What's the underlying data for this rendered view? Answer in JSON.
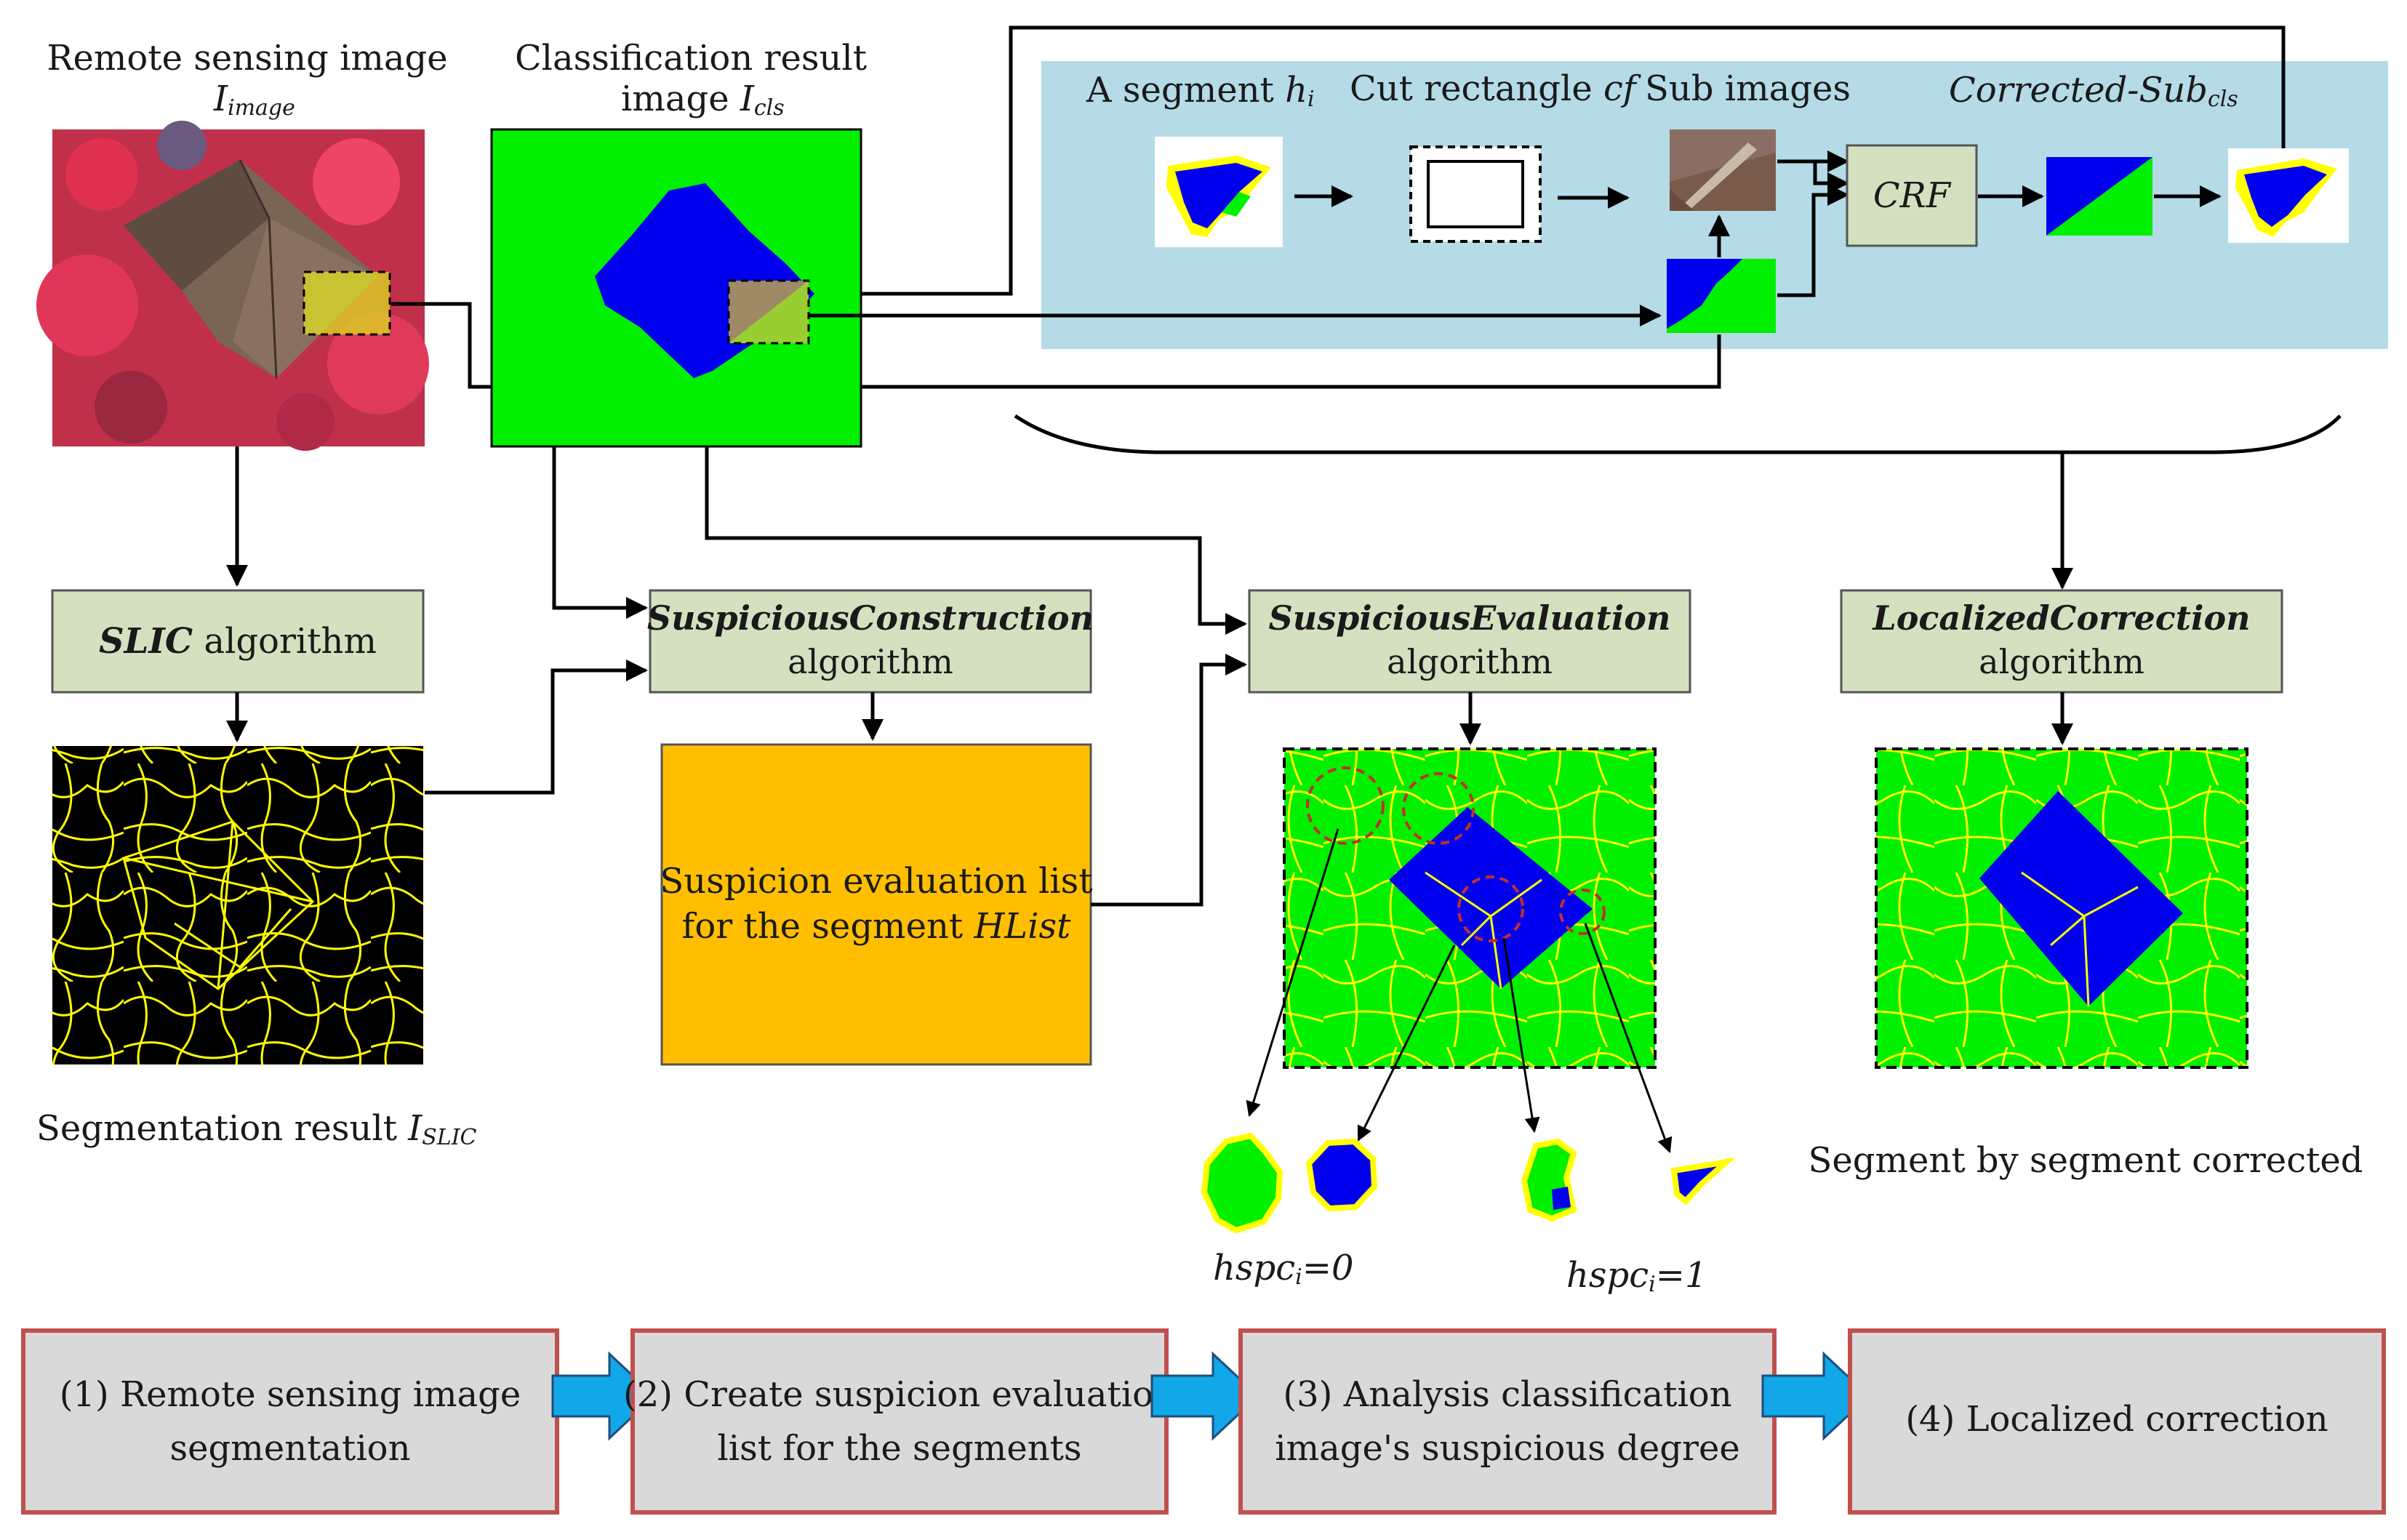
{
  "colors": {
    "panel_blue": "#b4dbe6",
    "algo_box": "#d4e1c0",
    "list_box": "#ffbf00",
    "class_green": "#00f000",
    "class_blue": "#0000ee",
    "segment_line": "#ffff00",
    "step_box": "#d9d9d9",
    "step_border": "#c0504d",
    "step_arrow": "#11a7e8"
  },
  "inputs": {
    "remote_label": "Remote sensing image",
    "remote_symbol": "I",
    "remote_sub": "image",
    "cls_label": "Classification result",
    "cls_label2": "image ",
    "cls_symbol": "I",
    "cls_sub": "cls"
  },
  "panel": {
    "segment_label": "A segment ",
    "segment_symbol": "h",
    "segment_sub": "i",
    "cut_label": "Cut rectangle ",
    "cut_symbol": "cf",
    "sub_images_label": "Sub images",
    "corrected_label": "Corrected-Sub",
    "corrected_sub": "cls",
    "crf_label": "CRF"
  },
  "algorithms": {
    "slic_name": "SLIC",
    "slic_suffix": " algorithm",
    "construct_name": "SuspiciousConstruction",
    "construct_line2": "algorithm",
    "evaluate_name": "SuspiciousEvaluation",
    "evaluate_line2": "algorithm",
    "correct_name": "LocalizedCorrection",
    "correct_line2": "algorithm"
  },
  "list_box": {
    "line1": "Suspicion evaluation list",
    "line2": "for the segment ",
    "line2_italic": "HList"
  },
  "captions": {
    "seg_result": "Segmentation result ",
    "seg_symbol": "I",
    "seg_sub": "SLIC",
    "hspc_prefix": "hspc",
    "hspc_sub": "i",
    "hspc_zero": "=0",
    "hspc_one": "=1",
    "corrected_caption": "Segment by segment corrected"
  },
  "steps": [
    {
      "line1": "(1) Remote sensing image",
      "line2": "segmentation"
    },
    {
      "line1": "(2) Create suspicion evaluation",
      "line2": "list for the segments"
    },
    {
      "line1": "(3) Analysis classification",
      "line2": "image's suspicious degree"
    },
    {
      "line1": "(4) Localized correction",
      "line2": ""
    }
  ]
}
